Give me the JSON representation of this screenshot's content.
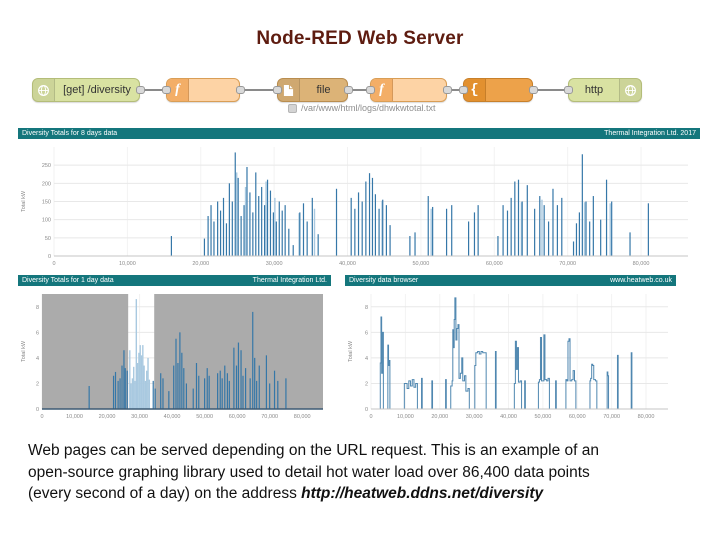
{
  "title": "Node-RED Web Server",
  "colors": {
    "title_color": "#5e1c10",
    "teal_header": "#14767c",
    "bar_blue": "#3577a8",
    "bar_blue_light": "#a9c9e0",
    "line_blue": "#4f87b0",
    "gray_region": "#ababab",
    "node_http": "#d9e2a2",
    "node_http_border": "#b4bd79",
    "node_function": "#fdd3a5",
    "node_function_border": "#d99e56",
    "node_function_strip": "#f3ae67",
    "node_file": "#dcb377",
    "node_file_border": "#b98d4f",
    "node_template": "#eda24a",
    "node_template_border": "#c8802a",
    "node_template_strip": "#e2902f"
  },
  "flow": {
    "nodes": [
      {
        "id": "http-in",
        "label": "[get] /diversity",
        "icon": "globe",
        "icon_side": "left"
      },
      {
        "id": "function-1",
        "label": "",
        "icon": "function",
        "icon_side": "left"
      },
      {
        "id": "file",
        "label": "file",
        "icon": "file",
        "icon_side": "left"
      },
      {
        "id": "function-2",
        "label": "",
        "icon": "function",
        "icon_side": "left"
      },
      {
        "id": "template",
        "label": "",
        "icon": "brace",
        "icon_side": "left"
      },
      {
        "id": "http-response",
        "label": "http",
        "icon": "globe",
        "icon_side": "right"
      }
    ],
    "file_caption": "/var/www/html/logs/dhwkwtotal.txt"
  },
  "caption": {
    "line1": "Web pages can be served depending on the URL request. This is an example of an",
    "line2": "open-source graphing library used to detail hot water load over 86,400 data points",
    "line3_prefix": "(every second of a day) on the address ",
    "url": "http://heatweb.ddns.net/diversity"
  },
  "chart_data": [
    {
      "type": "bar",
      "title_bar": {
        "left": "Diversity Totals for 8 days data",
        "right": "Thermal Integration Ltd. 2017"
      },
      "ylabel": "Total kW",
      "xlim": [
        0,
        86400
      ],
      "ylim": [
        0,
        300
      ],
      "yticks": [
        0,
        50,
        100,
        150,
        200,
        250
      ],
      "xticks": [
        0,
        10000,
        20000,
        30000,
        40000,
        50000,
        60000,
        70000,
        80000
      ],
      "xtick_labels": [
        "0",
        "10,000",
        "20,000",
        "30,000",
        "40,000",
        "50,000",
        "60,000",
        "70,000",
        "80,000"
      ],
      "bars": [
        [
          16000,
          55
        ],
        [
          20500,
          48
        ],
        [
          21000,
          110
        ],
        [
          21400,
          140
        ],
        [
          21800,
          95
        ],
        [
          22300,
          150
        ],
        [
          22700,
          125
        ],
        [
          23100,
          160
        ],
        [
          23500,
          90
        ],
        [
          23900,
          200
        ],
        [
          24300,
          150
        ],
        [
          24700,
          285
        ],
        [
          25100,
          215
        ],
        [
          25500,
          110
        ],
        [
          25900,
          140
        ],
        [
          26300,
          245
        ],
        [
          26700,
          175
        ],
        [
          27100,
          120
        ],
        [
          27500,
          230
        ],
        [
          27900,
          165
        ],
        [
          28300,
          190
        ],
        [
          28700,
          140
        ],
        [
          29100,
          210
        ],
        [
          29500,
          180
        ],
        [
          29900,
          120
        ],
        [
          30300,
          95
        ],
        [
          30700,
          150
        ],
        [
          31100,
          125
        ],
        [
          31500,
          140
        ],
        [
          32000,
          75
        ],
        [
          32600,
          30
        ],
        [
          33500,
          120
        ],
        [
          34000,
          145
        ],
        [
          34500,
          95
        ],
        [
          35200,
          160
        ],
        [
          36000,
          60
        ],
        [
          38500,
          185
        ],
        [
          40500,
          160
        ],
        [
          41000,
          130
        ],
        [
          41500,
          175
        ],
        [
          42000,
          150
        ],
        [
          42500,
          205
        ],
        [
          43000,
          228
        ],
        [
          43400,
          215
        ],
        [
          43800,
          170
        ],
        [
          44300,
          130
        ],
        [
          44800,
          155
        ],
        [
          45300,
          140
        ],
        [
          45800,
          85
        ],
        [
          48500,
          55
        ],
        [
          49200,
          65
        ],
        [
          51000,
          165
        ],
        [
          51600,
          135
        ],
        [
          53500,
          130
        ],
        [
          54200,
          140
        ],
        [
          56500,
          95
        ],
        [
          57300,
          120
        ],
        [
          57800,
          140
        ],
        [
          60500,
          55
        ],
        [
          61200,
          140
        ],
        [
          61800,
          125
        ],
        [
          62300,
          160
        ],
        [
          62800,
          205
        ],
        [
          63300,
          210
        ],
        [
          63800,
          150
        ],
        [
          64500,
          195
        ],
        [
          65500,
          130
        ],
        [
          66200,
          165
        ],
        [
          66800,
          140
        ],
        [
          67400,
          95
        ],
        [
          68000,
          185
        ],
        [
          68600,
          140
        ],
        [
          69200,
          160
        ],
        [
          70800,
          40
        ],
        [
          71200,
          90
        ],
        [
          71600,
          120
        ],
        [
          72000,
          280
        ],
        [
          72500,
          150
        ],
        [
          73000,
          95
        ],
        [
          73500,
          165
        ],
        [
          74500,
          100
        ],
        [
          75300,
          210
        ],
        [
          76000,
          150
        ],
        [
          78500,
          65
        ],
        [
          81000,
          145
        ]
      ],
      "bars_light": [
        [
          24900,
          230
        ],
        [
          26100,
          190
        ],
        [
          28900,
          205
        ],
        [
          30100,
          160
        ],
        [
          33400,
          118
        ],
        [
          35500,
          130
        ],
        [
          44700,
          152
        ],
        [
          51400,
          130
        ],
        [
          63700,
          148
        ],
        [
          66500,
          155
        ],
        [
          72300,
          148
        ],
        [
          75800,
          145
        ]
      ]
    },
    {
      "type": "bar",
      "title_bar": {
        "left": "Diversity Totals for 1 day data",
        "right": "Thermal Integration Ltd."
      },
      "ylabel": "Total kW",
      "xlim": [
        0,
        86400
      ],
      "ylim": [
        0,
        9
      ],
      "yticks": [
        0,
        2,
        4,
        6,
        8
      ],
      "xticks": [
        0,
        10000,
        20000,
        30000,
        40000,
        50000,
        60000,
        70000,
        80000
      ],
      "xtick_labels": [
        "0",
        "10,000",
        "20,000",
        "30,000",
        "40,000",
        "50,000",
        "60,000",
        "70,000",
        "80,000"
      ],
      "gray_regions": [
        [
          0,
          26500
        ],
        [
          34500,
          86400
        ]
      ],
      "baseline": true,
      "bars": [
        [
          14500,
          1.8
        ],
        [
          22000,
          2.6
        ],
        [
          22600,
          2.9
        ],
        [
          23400,
          2.2
        ],
        [
          24000,
          2.4
        ],
        [
          24600,
          3.4
        ],
        [
          25200,
          4.6
        ],
        [
          25600,
          3.2
        ],
        [
          26200,
          3.0
        ],
        [
          34200,
          2.2
        ],
        [
          34800,
          1.6
        ],
        [
          36500,
          2.8
        ],
        [
          37200,
          2.4
        ],
        [
          39000,
          1.4
        ],
        [
          40500,
          3.4
        ],
        [
          41200,
          5.5
        ],
        [
          41800,
          3.6
        ],
        [
          42400,
          6.0
        ],
        [
          43000,
          4.4
        ],
        [
          43600,
          3.2
        ],
        [
          44400,
          2.0
        ],
        [
          46500,
          1.6
        ],
        [
          47500,
          3.6
        ],
        [
          48200,
          2.6
        ],
        [
          50000,
          2.4
        ],
        [
          50800,
          3.2
        ],
        [
          51400,
          2.6
        ],
        [
          54000,
          2.8
        ],
        [
          54800,
          3.0
        ],
        [
          55400,
          2.4
        ],
        [
          56200,
          3.4
        ],
        [
          57000,
          2.8
        ],
        [
          57600,
          2.2
        ],
        [
          59000,
          4.8
        ],
        [
          59800,
          3.4
        ],
        [
          60400,
          5.2
        ],
        [
          61200,
          4.6
        ],
        [
          61800,
          2.6
        ],
        [
          62600,
          3.2
        ],
        [
          64000,
          2.4
        ],
        [
          64800,
          7.6
        ],
        [
          65400,
          4.0
        ],
        [
          66000,
          2.2
        ],
        [
          66800,
          3.4
        ],
        [
          69000,
          4.2
        ],
        [
          70000,
          2.0
        ],
        [
          71500,
          3.0
        ],
        [
          72500,
          2.2
        ],
        [
          75000,
          2.4
        ]
      ],
      "bars_light": [
        [
          27000,
          4.6
        ],
        [
          27400,
          2.0
        ],
        [
          27800,
          2.4
        ],
        [
          28200,
          3.3
        ],
        [
          28600,
          2.2
        ],
        [
          29000,
          8.6
        ],
        [
          29400,
          3.6
        ],
        [
          29800,
          4.4
        ],
        [
          30200,
          5.0
        ],
        [
          30600,
          4.2
        ],
        [
          31000,
          5.0
        ],
        [
          31400,
          3.4
        ],
        [
          31800,
          2.2
        ],
        [
          32200,
          3.0
        ],
        [
          32600,
          4.0
        ],
        [
          33000,
          2.3
        ]
      ]
    },
    {
      "type": "line",
      "title_bar": {
        "left": "Diversity data browser",
        "right": "www.heatweb.co.uk"
      },
      "ylabel": "Total kW",
      "xlim": [
        0,
        86400
      ],
      "ylim": [
        0,
        9
      ],
      "yticks": [
        0,
        2,
        4,
        6,
        8
      ],
      "xticks": [
        0,
        10000,
        20000,
        30000,
        40000,
        50000,
        60000,
        70000,
        80000
      ],
      "xtick_labels": [
        "0",
        "10,000",
        "20,000",
        "30,000",
        "40,000",
        "50,000",
        "60,000",
        "70,000",
        "80,000"
      ],
      "points": [
        [
          0,
          0
        ],
        [
          2500,
          0
        ],
        [
          2700,
          3.6
        ],
        [
          2900,
          7.2
        ],
        [
          3100,
          2.8
        ],
        [
          3400,
          6.0
        ],
        [
          3600,
          0
        ],
        [
          4800,
          0
        ],
        [
          4900,
          5.0
        ],
        [
          5100,
          3.4
        ],
        [
          5300,
          3.8
        ],
        [
          5500,
          0
        ],
        [
          9500,
          0
        ],
        [
          9700,
          2.0
        ],
        [
          10500,
          1.6
        ],
        [
          11000,
          2.2
        ],
        [
          11500,
          1.8
        ],
        [
          12000,
          2.3
        ],
        [
          12500,
          1.7
        ],
        [
          13000,
          2.0
        ],
        [
          13500,
          0
        ],
        [
          14500,
          0
        ],
        [
          14700,
          2.4
        ],
        [
          14900,
          0
        ],
        [
          17500,
          0
        ],
        [
          17700,
          2.2
        ],
        [
          17900,
          0
        ],
        [
          21500,
          0
        ],
        [
          21700,
          2.3
        ],
        [
          21900,
          0
        ],
        [
          23000,
          0
        ],
        [
          23200,
          1.8
        ],
        [
          23600,
          2.2
        ],
        [
          23800,
          6.2
        ],
        [
          24000,
          4.8
        ],
        [
          24200,
          7.0
        ],
        [
          24400,
          8.7
        ],
        [
          24700,
          5.4
        ],
        [
          25000,
          6.3
        ],
        [
          25300,
          6.6
        ],
        [
          25600,
          2.4
        ],
        [
          26000,
          2.8
        ],
        [
          26400,
          4.0
        ],
        [
          26700,
          2.2
        ],
        [
          27200,
          2.6
        ],
        [
          27600,
          1.4
        ],
        [
          28200,
          1.6
        ],
        [
          28600,
          0
        ],
        [
          30000,
          0
        ],
        [
          30200,
          3.4
        ],
        [
          30500,
          4.4
        ],
        [
          31000,
          4.5
        ],
        [
          31500,
          4.3
        ],
        [
          32000,
          4.5
        ],
        [
          32500,
          4.4
        ],
        [
          33000,
          4.4
        ],
        [
          33500,
          0
        ],
        [
          36000,
          0
        ],
        [
          36200,
          4.5
        ],
        [
          36400,
          0
        ],
        [
          41500,
          0
        ],
        [
          41700,
          2.0
        ],
        [
          42000,
          5.3
        ],
        [
          42300,
          3.1
        ],
        [
          42600,
          4.8
        ],
        [
          42900,
          2.1
        ],
        [
          43400,
          2.2
        ],
        [
          43800,
          0
        ],
        [
          44500,
          0
        ],
        [
          44700,
          2.2
        ],
        [
          44900,
          0
        ],
        [
          48500,
          0
        ],
        [
          48700,
          2.1
        ],
        [
          49000,
          2.3
        ],
        [
          49300,
          5.6
        ],
        [
          49600,
          2.2
        ],
        [
          50000,
          2.2
        ],
        [
          50300,
          5.8
        ],
        [
          50600,
          2.3
        ],
        [
          51100,
          2.2
        ],
        [
          51500,
          2.4
        ],
        [
          51900,
          0
        ],
        [
          53500,
          0
        ],
        [
          53700,
          2.2
        ],
        [
          53900,
          0
        ],
        [
          56500,
          0
        ],
        [
          56700,
          2.3
        ],
        [
          57000,
          2.2
        ],
        [
          57300,
          5.3
        ],
        [
          57600,
          5.5
        ],
        [
          57900,
          2.2
        ],
        [
          58400,
          2.3
        ],
        [
          58800,
          3.0
        ],
        [
          59200,
          2.2
        ],
        [
          59600,
          0
        ],
        [
          63500,
          0
        ],
        [
          63700,
          2.2
        ],
        [
          63900,
          2.4
        ],
        [
          64200,
          3.5
        ],
        [
          64500,
          3.4
        ],
        [
          64800,
          2.3
        ],
        [
          65300,
          2.2
        ],
        [
          65700,
          0
        ],
        [
          68500,
          0
        ],
        [
          68700,
          2.9
        ],
        [
          68900,
          2.6
        ],
        [
          69100,
          0
        ],
        [
          71500,
          0
        ],
        [
          71700,
          4.2
        ],
        [
          71900,
          0
        ],
        [
          75500,
          0
        ],
        [
          75700,
          4.4
        ],
        [
          75900,
          0
        ],
        [
          80000,
          0
        ]
      ]
    }
  ]
}
